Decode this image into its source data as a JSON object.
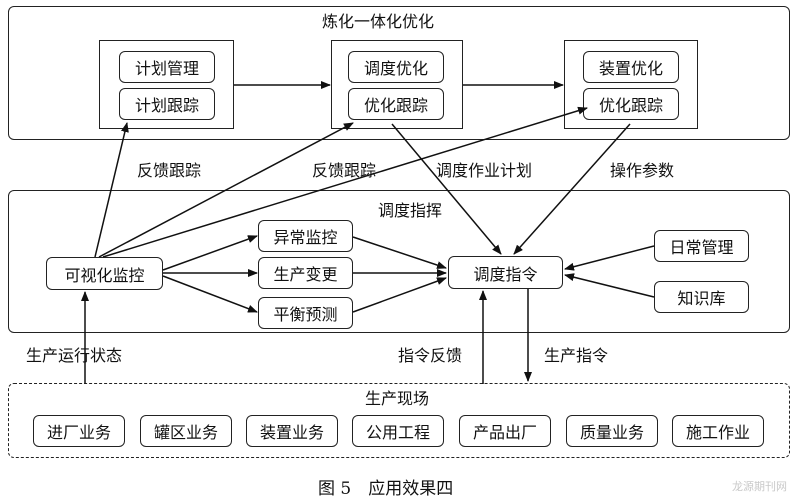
{
  "top_section": {
    "title": "炼化一体化优化",
    "groups": [
      {
        "items": [
          "计划管理",
          "计划跟踪"
        ]
      },
      {
        "items": [
          "调度优化",
          "优化跟踪"
        ]
      },
      {
        "items": [
          "装置优化",
          "优化跟踪"
        ]
      }
    ]
  },
  "middle_section": {
    "title": "调度指挥",
    "visual_monitor": "可视化监控",
    "center_boxes": [
      "异常监控",
      "生产变更",
      "平衡预测"
    ],
    "dispatch": "调度指令",
    "right_boxes": [
      "日常管理",
      "知识库"
    ]
  },
  "bottom_section": {
    "title": "生产现场",
    "items": [
      "进厂业务",
      "罐区业务",
      "装置业务",
      "公用工程",
      "产品出厂",
      "质量业务",
      "施工作业"
    ]
  },
  "edge_labels": {
    "feedback_1": "反馈跟踪",
    "feedback_2": "反馈跟踪",
    "schedule_plan": "调度作业计划",
    "operating_params": "操作参数",
    "production_status": "生产运行状态",
    "instruction_feedback": "指令反馈",
    "production_instruction": "生产指令"
  },
  "caption": "图 5　应用效果四",
  "watermark": "龙源期刊网"
}
